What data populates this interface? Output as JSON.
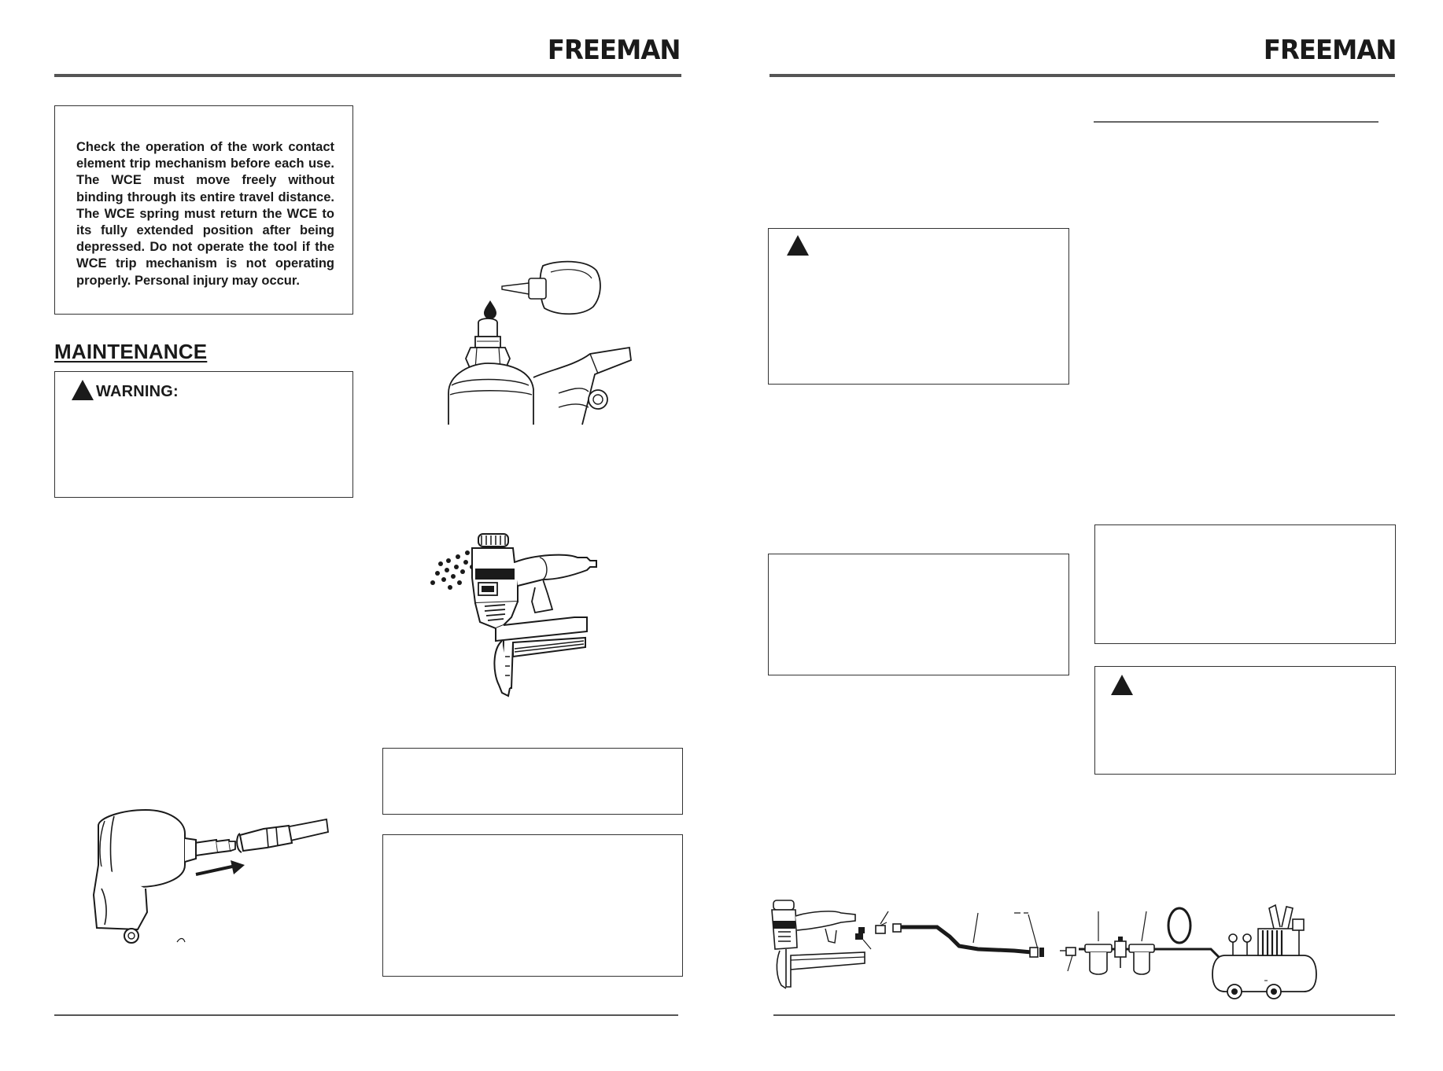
{
  "header": {
    "logo_left": "FREEMAN",
    "logo_right": "FREEMAN"
  },
  "left_page": {
    "check_notice": "Check the operation of the work contact element trip mechanism before each use. The WCE must move freely without binding through its entire travel distance. The WCE spring must return the WCE to its fully extended position after being depressed. Do not operate the tool if the WCE trip mechanism is not operating properly. Personal injury may occur.",
    "section_title": "MAINTENANCE",
    "warning_label": "WARNING:"
  },
  "colors": {
    "ink": "#1a1a1a",
    "rule": "#555555",
    "paper": "#ffffff"
  },
  "icons": [
    "warning-triangle-icon",
    "oil-drop-icon"
  ]
}
